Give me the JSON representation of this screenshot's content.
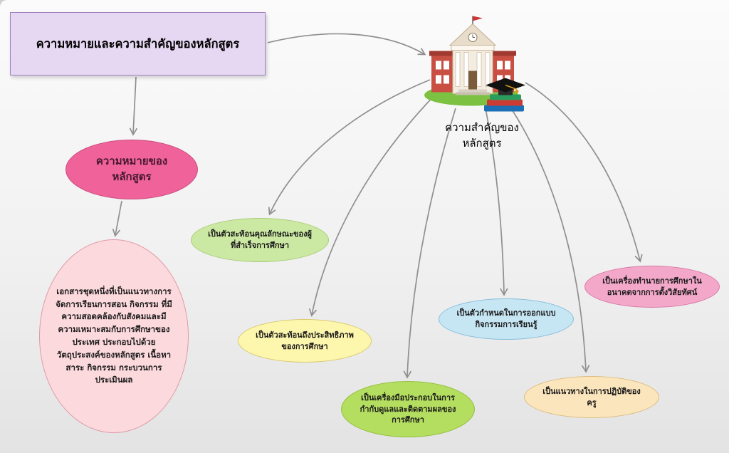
{
  "title_box": {
    "label": "ความหมายและความสำคัญของหลักสูตร",
    "bg": "#e6d7f2",
    "border": "#9f7fc0"
  },
  "center_node": {
    "lines": [
      "ความสำคัญของ",
      "หลักสูตร"
    ],
    "icon": "school-building-with-books-and-graduation-cap"
  },
  "meaning_node": {
    "lines": [
      "ความหมายของ",
      "หลักสูตร"
    ],
    "bg": "#ef639a"
  },
  "meaning_detail": {
    "lines": [
      "เอกสารชุดหนึ่งที่เป็นแนวทางการ",
      "จัดการเรียนการสอน กิจกรรม ที่มี",
      "ความสอดคล้องกับสังคมและมี",
      "ความเหมาะสมกับการศึกษาของ",
      "ประเทศ ประกอบไปด้วย",
      "วัตถุประสงค์ของหลักสูตร  เนื้อหา",
      "สาระ กิจกรรม กระบวนการ",
      "ประเมินผล"
    ],
    "bg": "#fcd9dd"
  },
  "importance_items": [
    {
      "lines": [
        "เป็นตัวสะท้อนคุณลักษณะของผู้",
        "ที่สำเร็จการศึกษา"
      ],
      "color": "#cce9a3"
    },
    {
      "lines": [
        "เป็นตัวสะท้อนถึงประสิทธิภาพ",
        "ของการศึกษา"
      ],
      "color": "#fdf7ae"
    },
    {
      "lines": [
        "เป็นตัวกำหนดในการออกแบบ",
        "กิจกรรมการเรียนรู้"
      ],
      "color": "#c7e6f4"
    },
    {
      "lines": [
        "เป็นเครื่องมือประกอบในการ",
        "กำกับดูแลและติดตามผลของ",
        "การศึกษา"
      ],
      "color": "#b4de60"
    },
    {
      "lines": [
        "เป็นแนวทางในการปฏิบัติของ",
        "ครู"
      ],
      "color": "#fbe5bc"
    },
    {
      "lines": [
        "เป็นเครื่องทำนายการศึกษาใน",
        "อนาคตจากการตั้งวิสัยทัศน์"
      ],
      "color": "#f3a8ca"
    }
  ],
  "arrow_color": "#8f8f8f"
}
